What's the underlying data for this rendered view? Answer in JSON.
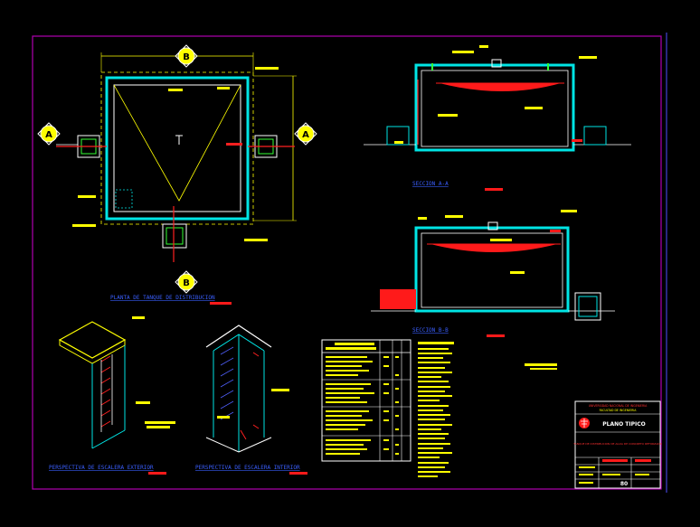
{
  "drawing": {
    "plan_title": "PLANTA DE TANQUE DE DISTRIBUCION",
    "section_aa_title": "SECCION A-A",
    "section_bb_title": "SECCION B-B",
    "detail_left_title": "PERSPECTIVA DE ESCALERA EXTERIOR",
    "detail_right_title": "PERSPECTIVA DE ESCALERA INTERIOR",
    "marker_a": "A",
    "marker_b": "B"
  },
  "title_block": {
    "institution": "UNIVERSIDAD NACIONAL DE INGENIERIA",
    "faculty": "FACULTAD DE INGENIERIA",
    "sheet_name": "PLANO TIPICO",
    "description": "TANQUE DE DISTRIBUCION DE AGUA DE CONCRETO REFORZADO",
    "sheet_number": "80"
  },
  "colors": {
    "border": "#b000b0",
    "wall": "#00e5e5",
    "outline": "#ffffff",
    "annotation": "#ffff00",
    "water": "#ff1a1a",
    "accent_green": "#33ff33",
    "title_blue": "#3a5fff"
  }
}
